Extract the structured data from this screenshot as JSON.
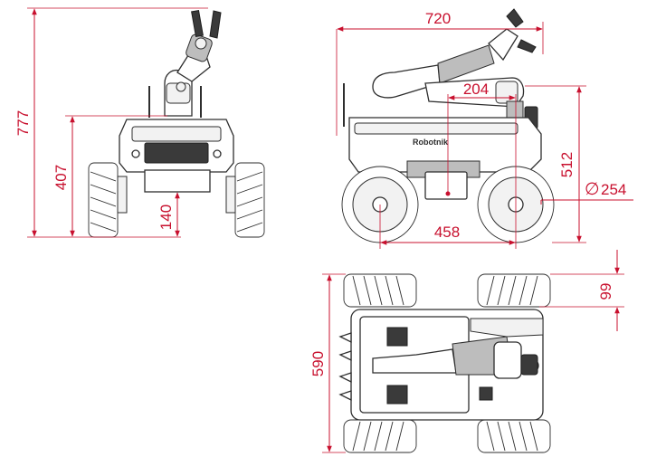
{
  "dimensions": {
    "overall_height": "777",
    "arm_folded_height": "407",
    "ground_clearance": "140",
    "overall_length": "720",
    "arm_offset": "204",
    "body_height": "512",
    "wheel_diameter_symbol": "∅",
    "wheel_diameter": "254",
    "wheelbase": "458",
    "track_inset": "99",
    "overall_width": "590"
  },
  "brand": "Robotnik",
  "colors": {
    "dimension": "#c8102e",
    "outline": "#2e2e2e"
  }
}
